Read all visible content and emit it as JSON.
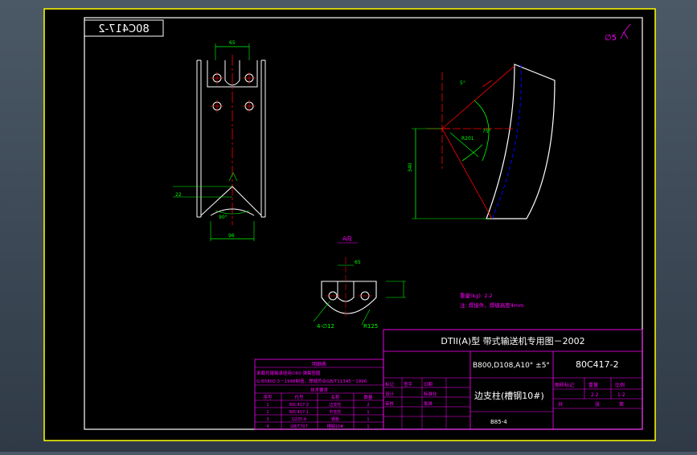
{
  "drawing": {
    "code_mirrored": "80C417-2",
    "title": "DTII(A)型  带式输送机专用图－2002",
    "spec": "B800,D108,A10° ±5°",
    "code": "80C417-2",
    "part_name": "边支柱(槽钢10#)",
    "bottom_code": "B85-4",
    "corner_mark": "∅5",
    "view_label": "A向",
    "note_line1": "重量(kg): 2.2",
    "note_line2": "注: 焊接件，焊缝高度4mm",
    "dim_r125": "R125",
    "dim_hole": "4-∅12",
    "dim_top_65": "65"
  },
  "table": {
    "title": "明细表",
    "note1": "承载托辊轴承座用∅60 弹簧垫圈",
    "note2": "G B5800.3－1998制造，焊缝符合GB/T11345－1996",
    "sub": "技术要求",
    "headers": [
      "序号",
      "代号",
      "名称",
      "数量"
    ],
    "rows": [
      [
        "1",
        "80C417-2",
        "边支柱",
        "2"
      ],
      [
        "2",
        "80C417-1",
        "中支柱",
        "1"
      ],
      [
        "3",
        "Q235-A",
        "钢板",
        "1"
      ],
      [
        "4",
        "GB/T707",
        "槽钢10#",
        "1"
      ]
    ]
  },
  "title_block": {
    "r1": "标记",
    "r2": "设计",
    "r3": "审核",
    "c1": "签字",
    "c2": "日期",
    "mid": "标准化",
    "mid2": "批准",
    "stage": "图样标记",
    "weight": "重量",
    "scale": "比例",
    "weight_val": "2.2",
    "scale_val": "1:2",
    "sheet": "共",
    "sheet2": "张",
    "sheet3": "第"
  },
  "colors": {
    "frame": "#ffff00",
    "line": "#ffffff",
    "dim": "#00ff00",
    "center": "#ff0000",
    "text": "#ff00ff",
    "hidden": "#0000ff"
  }
}
